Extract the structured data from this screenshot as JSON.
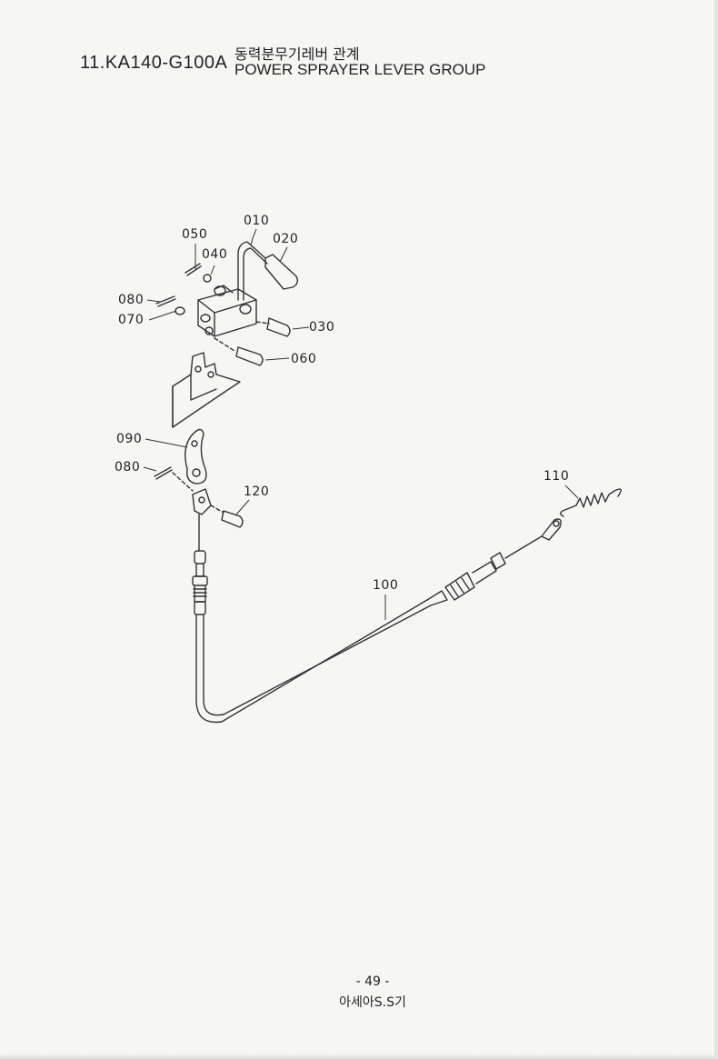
{
  "header": {
    "code": "11.KA140-G100A",
    "title_kr": "동력분무기레버 관계",
    "title_en": "POWER SPRAYER LEVER GROUP"
  },
  "parts": [
    {
      "label": "010"
    },
    {
      "label": "050"
    },
    {
      "label": "020"
    },
    {
      "label": "040"
    },
    {
      "label": "080"
    },
    {
      "label": "070"
    },
    {
      "label": "030"
    },
    {
      "label": "060"
    },
    {
      "label": "090"
    },
    {
      "label": "080"
    },
    {
      "label": "120"
    },
    {
      "label": "110"
    },
    {
      "label": "100"
    }
  ],
  "footer": {
    "page": "- 49 -",
    "publisher": "아세아S.S기"
  }
}
